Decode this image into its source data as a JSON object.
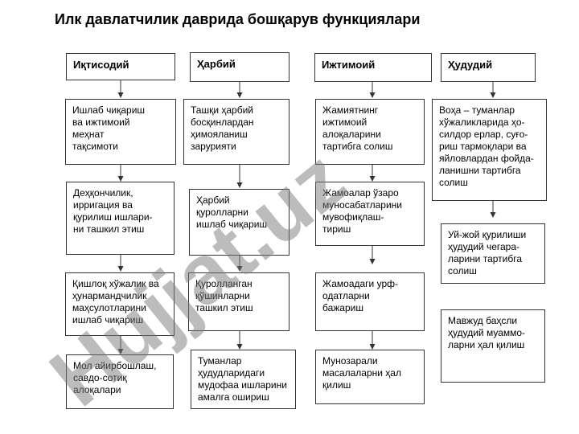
{
  "title": "Илк давлатчилик даврида бошқарув функциялари",
  "headers": [
    "Иқтисодий",
    "Ҳарбий",
    "Ижтимоий",
    "Ҳудудий"
  ],
  "columns": [
    [
      "Ишлаб чиқариш\nва ижтимоий\nмеҳнат\nтақсимоти",
      "Деҳқончилик,\nирригация ва\nқурилиш ишлари-\nни ташкил этиш",
      "Қишлоқ хўжалик ва\nҳунармандчилик\nмаҳсулотларини\nишлаб чиқариш",
      "Мол айирбошлаш,\nсавдо-сотиқ\nалоқалари"
    ],
    [
      "Ташқи ҳарбий\nбосқинлардан\nҳимояланиш\nзарурияти",
      "Ҳарбий\nқуролларни\nишлаб чиқариш",
      "Қуролланган\nқўшинларни\nташкил этиш",
      "Туманлар\nҳудудларидаги\nмудофаа ишларини\nамалга ошириш"
    ],
    [
      "Жамиятнинг\nижтимоий\nалоқаларини\nтартибга солиш",
      "Жамоалар ўзаро\nмуносабатларини\nмувофиқлаш-\nтириш",
      "Жамоадаги урф-\nодатларни\nбажариш",
      "Мунозарали\nмасалаларни ҳал\nқилиш"
    ],
    [
      "Воҳа – туманлар\nхўжаликларида ҳо-\nсилдор ерлар, суғо-\nриш тармоқлари ва\nяйловлардан фойда-\nланишни тартибга\nсолиш",
      "Уй-жой қурилиши\nҳудудий чегара-\nларини тартибга\nсолиш",
      "Мавжуд баҳсли\nҳудудий муаммо-\nларни ҳал қилиш"
    ]
  ],
  "watermark": "Hujjat.uz"
}
